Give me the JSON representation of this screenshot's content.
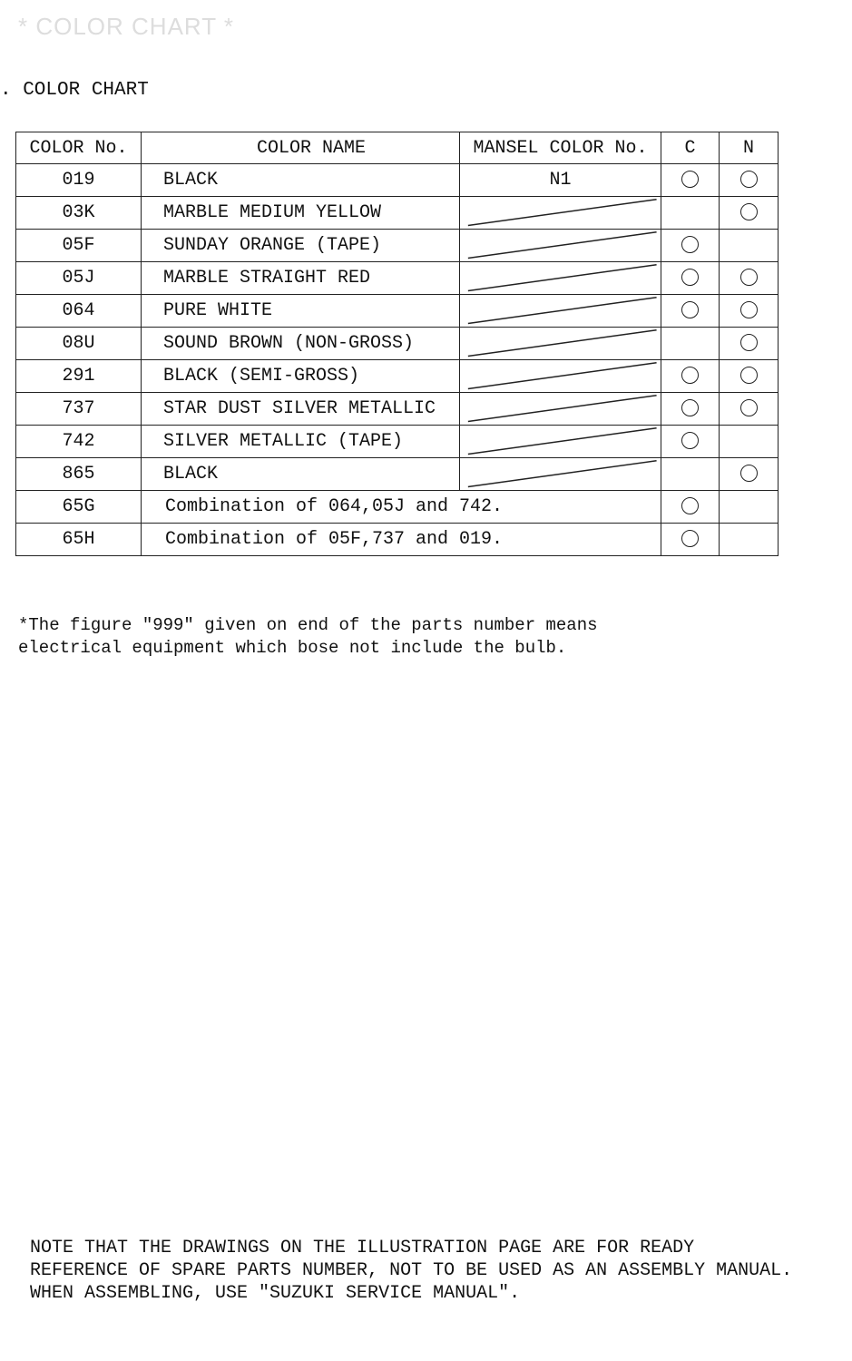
{
  "faint_header": "* COLOR CHART *",
  "section_title": ". COLOR CHART",
  "table": {
    "headers": [
      "COLOR No.",
      "COLOR NAME",
      "MANSEL COLOR No.",
      "C",
      "N"
    ],
    "rows": [
      {
        "no": "019",
        "name": "BLACK",
        "mansel": "N1",
        "c": true,
        "n": true
      },
      {
        "no": "03K",
        "name": "MARBLE MEDIUM YELLOW",
        "mansel": "",
        "c": false,
        "n": true
      },
      {
        "no": "05F",
        "name": "SUNDAY ORANGE (TAPE)",
        "mansel": "",
        "c": true,
        "n": false
      },
      {
        "no": "05J",
        "name": "MARBLE STRAIGHT RED",
        "mansel": "",
        "c": true,
        "n": true
      },
      {
        "no": "064",
        "name": "PURE WHITE",
        "mansel": "",
        "c": true,
        "n": true
      },
      {
        "no": "08U",
        "name": "SOUND BROWN (NON-GROSS)",
        "mansel": "",
        "c": false,
        "n": true
      },
      {
        "no": "291",
        "name": "BLACK (SEMI-GROSS)",
        "mansel": "",
        "c": true,
        "n": true
      },
      {
        "no": "737",
        "name": "STAR DUST SILVER METALLIC",
        "mansel": "",
        "c": true,
        "n": true
      },
      {
        "no": "742",
        "name": "SILVER METALLIC (TAPE)",
        "mansel": "",
        "c": true,
        "n": false
      },
      {
        "no": "865",
        "name": "BLACK",
        "mansel": "",
        "c": false,
        "n": true
      }
    ],
    "combo_rows": [
      {
        "no": "65G",
        "name": "Combination of 064,05J and 742.",
        "c": true,
        "n": false
      },
      {
        "no": "65H",
        "name": "Combination of 05F,737 and 019.",
        "c": true,
        "n": false
      }
    ]
  },
  "footnote": "*The figure \"999\" given on end of the parts number means\nelectrical equipment which bose not include the bulb.",
  "note": "NOTE THAT THE DRAWINGS ON THE ILLUSTRATION PAGE ARE FOR READY\nREFERENCE OF SPARE PARTS NUMBER, NOT TO BE USED AS AN ASSEMBLY MANUAL.\nWHEN ASSEMBLING, USE \"SUZUKI SERVICE MANUAL\"."
}
